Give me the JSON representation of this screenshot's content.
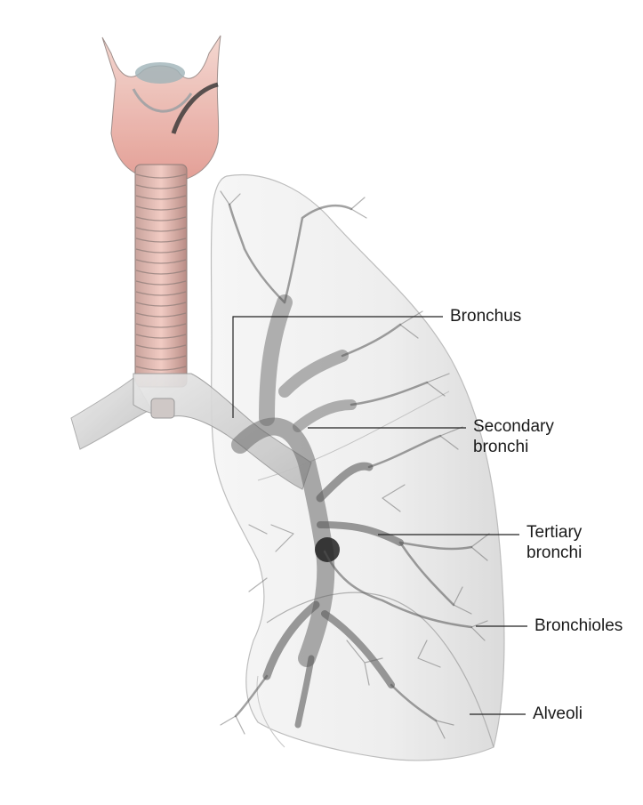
{
  "labels": {
    "bronchus": "Bronchus",
    "secondary_line1": "Secondary",
    "secondary_line2": "bronchi",
    "tertiary_line1": "Tertiary",
    "tertiary_line2": "bronchi",
    "bronchioles": "Bronchioles",
    "alveoli": "Alveoli"
  },
  "colors": {
    "trachea_tint": "#e8a79e",
    "airway": "#5a5a5a",
    "lung_fill": "#ececec",
    "leader_line": "#222222"
  }
}
